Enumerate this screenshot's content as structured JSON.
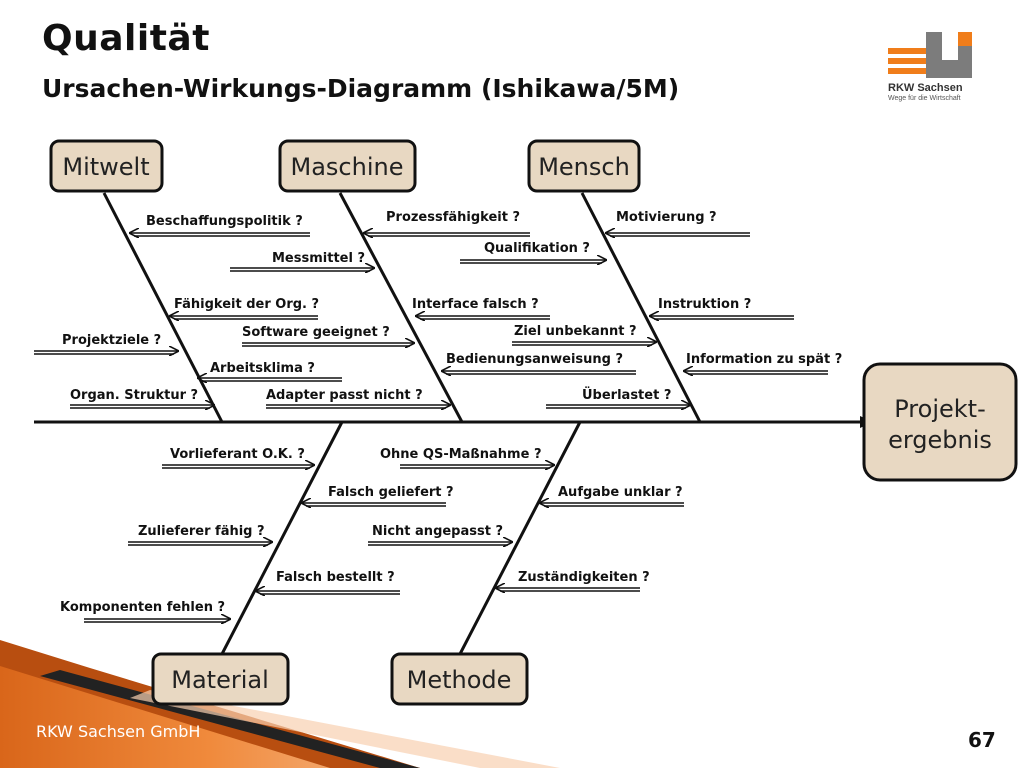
{
  "slide": {
    "title": "Qualität",
    "subtitle": "Ursachen-Wirkungs-Diagramm (Ishikawa/5M)",
    "footer": "RKW Sachsen GmbH",
    "page_number": "67"
  },
  "logo": {
    "name": "RKW Sachsen",
    "tagline": "Wege für die Wirtschaft",
    "colors": {
      "orange": "#f07d1a",
      "gray": "#7c7c7c"
    }
  },
  "effect": {
    "line1": "Projekt-",
    "line2": "ergebnis"
  },
  "categories": {
    "mitwelt": "Mitwelt",
    "maschine": "Maschine",
    "mensch": "Mensch",
    "material": "Material",
    "methode": "Methode"
  },
  "causes": {
    "mitwelt": [
      "Beschaffungspolitik ?",
      "Messmittel ?",
      "Fähigkeit der Org. ?",
      "Projektziele ?",
      "Arbeitsklima ?",
      "Organ. Struktur ?"
    ],
    "maschine": [
      "Prozessfähigkeit ?",
      "Qualifikation ?",
      "Interface falsch ?",
      "Software geeignet ?",
      "Ziel unbekannt ?",
      "Bedienungsanweisung ?",
      "Adapter passt nicht ?"
    ],
    "mensch": [
      "Motivierung ?",
      "Instruktion ?",
      "Information zu spät ?",
      "Überlastet ?"
    ],
    "material": [
      "Vorlieferant O.K. ?",
      "Falsch geliefert ?",
      "Zulieferer fähig ?",
      "Falsch bestellt ?",
      "Komponenten fehlen ?"
    ],
    "methode": [
      "Ohne QS-Maßnahme ?",
      "Aufgabe unklar ?",
      "Nicht angepasst ?",
      "Zuständigkeiten ?"
    ]
  },
  "colors": {
    "box_fill": "#e8d8c2",
    "line": "#111111",
    "accent_orange": "#e07020"
  }
}
